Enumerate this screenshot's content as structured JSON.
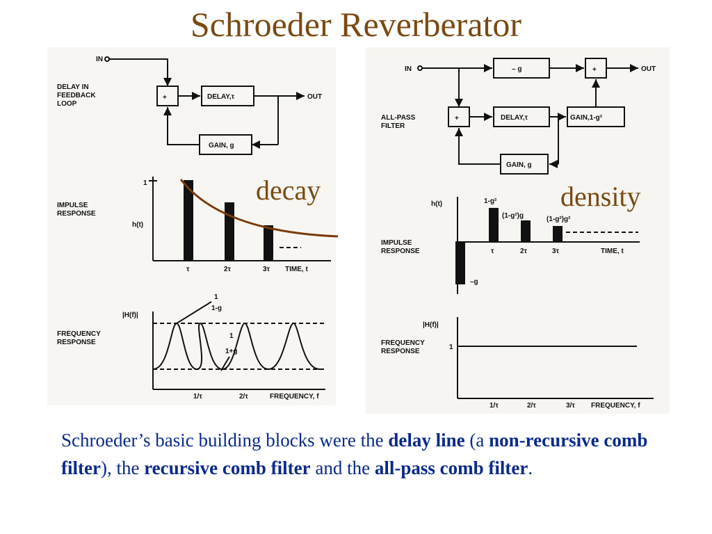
{
  "title": "Schroeder Reverberator",
  "left": {
    "in": "IN",
    "out": "OUT",
    "section1": [
      "DELAY IN",
      "FEEDBACK",
      "LOOP"
    ],
    "plus": "+",
    "delay": "DELAY,τ",
    "gain": "GAIN, g",
    "impulse_label": [
      "IMPULSE",
      "RESPONSE"
    ],
    "one": "1",
    "ht": "h(t)",
    "ticks": [
      "τ",
      "2τ",
      "3τ",
      "TIME, t"
    ],
    "freq_label": [
      "FREQUENCY",
      "RESPONSE"
    ],
    "Hf": "|H(f)|",
    "max_num": "1",
    "max_den": "1-g",
    "min_num": "1",
    "min_den": "1+g",
    "fticks": [
      "1/τ",
      "2/τ",
      "FREQUENCY, f"
    ],
    "decay": "decay"
  },
  "right": {
    "in": "IN",
    "out": "OUT",
    "neg_g": "– g",
    "section": [
      "ALL-PASS",
      "FILTER"
    ],
    "plus": "+",
    "delay": "DELAY,τ",
    "gain_right": "GAIN,1-g²",
    "gain": "GAIN, g",
    "ht": "h(t)",
    "impulse_label": [
      "IMPULSE",
      "RESPONSE"
    ],
    "v1": "1-g²",
    "v2": "(1-g²)g",
    "v3": "(1-g²)g²",
    "neg": "–g",
    "ticks": [
      "τ",
      "2τ",
      "3τ",
      "TIME, t"
    ],
    "Hf": "|H(f)|",
    "freq_label": [
      "FREQUENCY",
      "RESPONSE"
    ],
    "one": "1",
    "fticks": [
      "1/τ",
      "2/τ",
      "3/τ",
      "FREQUENCY, f"
    ],
    "density": "density"
  },
  "caption": {
    "p1": "Schroeder’s basic building blocks were the ",
    "b1": "delay line",
    "p2": " (a ",
    "b2": "non-recursive comb filter",
    "p3": "), the ",
    "b3": "recursive comb filter",
    "p4": " and the ",
    "b4": "all-pass comb filter",
    "p5": "."
  }
}
